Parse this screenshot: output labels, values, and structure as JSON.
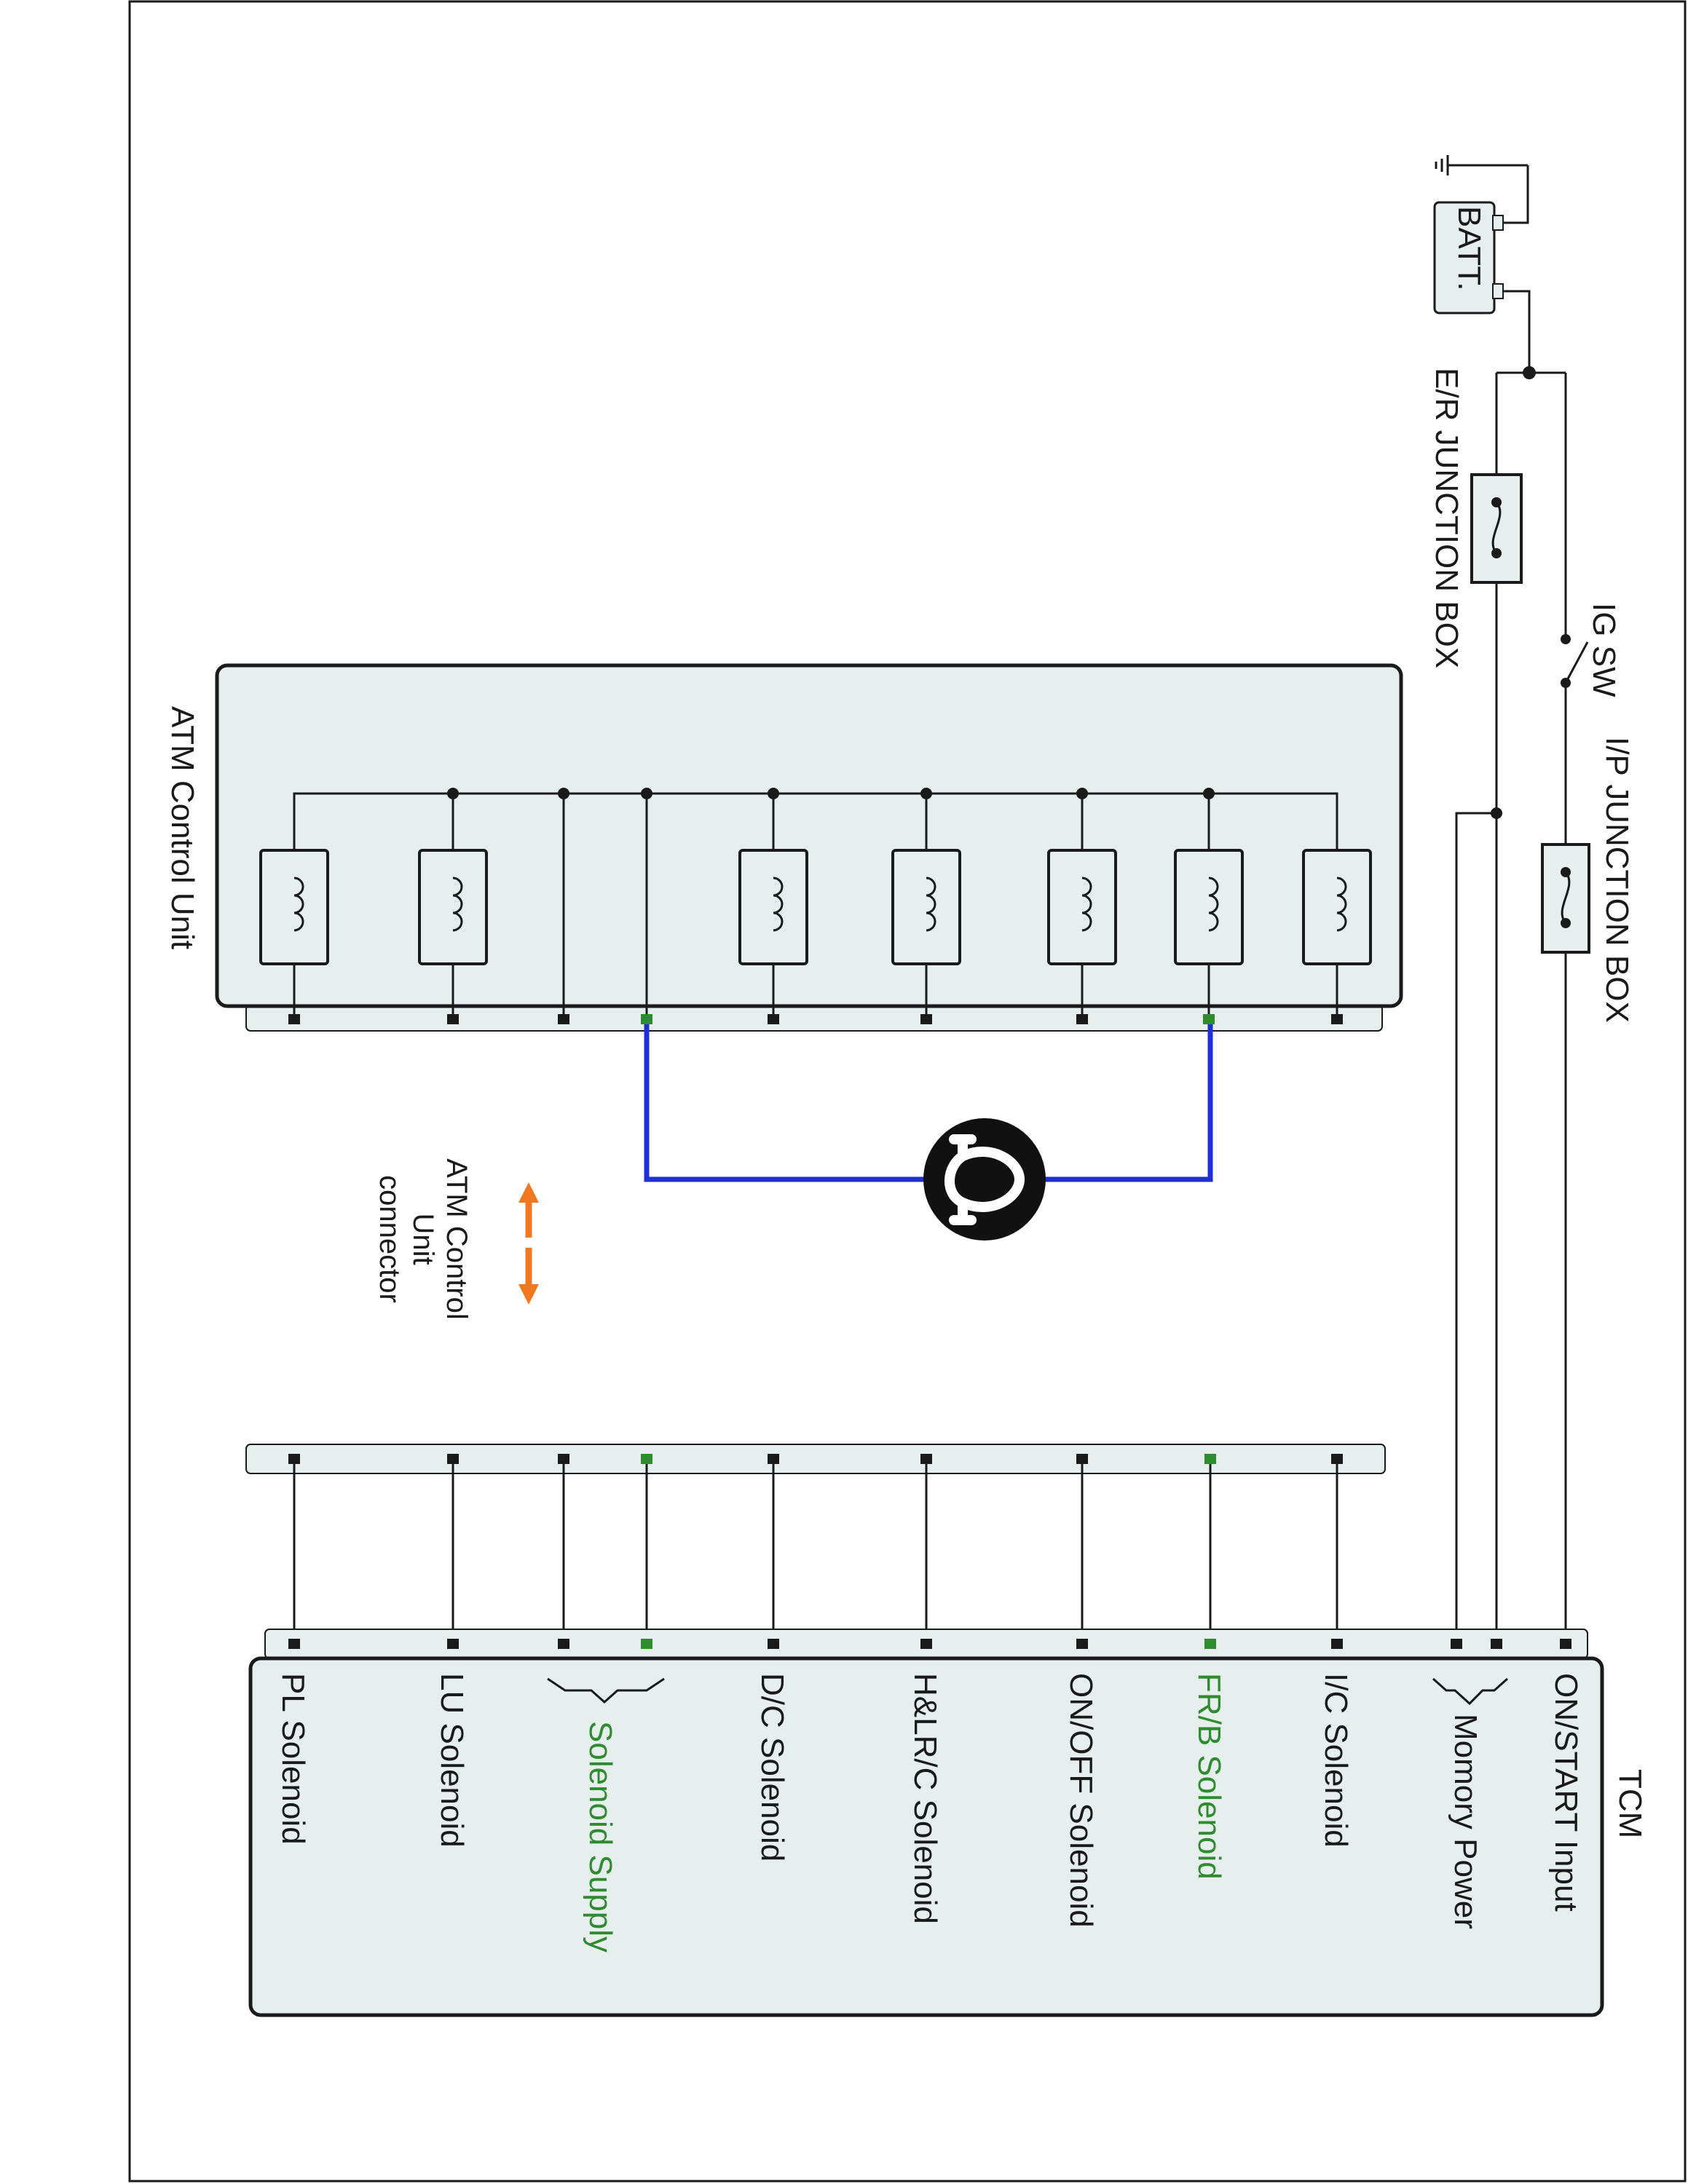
{
  "colors": {
    "panel_fill": "#e6eeee",
    "wire": "#1a1a1a",
    "highlight_wire": "#1f2fd6",
    "highlight_pin": "#2e8b2e",
    "highlight_text": "#2e8b2e",
    "arrow": "#f07820",
    "meter_fill": "#111111"
  },
  "labels": {
    "battery": "BATT.",
    "er_junction_box": "E/R JUNCTION BOX",
    "ig_sw": "IG SW",
    "ip_junction_box": "I/P JUNCTION BOX",
    "atm_control_unit": "ATM Control Unit",
    "connector_label_line1": "ATM Control",
    "connector_label_line2": "Unit",
    "connector_label_line3": "connector",
    "tcm": "TCM"
  },
  "tcm_pins": [
    {
      "label": "ON/START Input",
      "highlight": false
    },
    {
      "label": "Momory Power",
      "highlight": false
    },
    {
      "label": "I/C Solenoid",
      "highlight": false
    },
    {
      "label": "FR/B Solenoid",
      "highlight": true
    },
    {
      "label": "ON/OFF Solenoid",
      "highlight": false
    },
    {
      "label": "H&LR/C Solenoid",
      "highlight": false
    },
    {
      "label": "D/C Solenoid",
      "highlight": false
    },
    {
      "label": "Solenoid Supply",
      "highlight": true
    },
    {
      "label": "LU Solenoid",
      "highlight": false
    },
    {
      "label": "PL Solenoid",
      "highlight": false
    }
  ],
  "icons": {
    "meter": "ohmmeter-icon",
    "arrow": "double-arrow-icon",
    "ground": "ground-icon",
    "fuse": "fuse-icon",
    "solenoid": "solenoid-coil-icon",
    "switch": "ignition-switch-icon"
  }
}
